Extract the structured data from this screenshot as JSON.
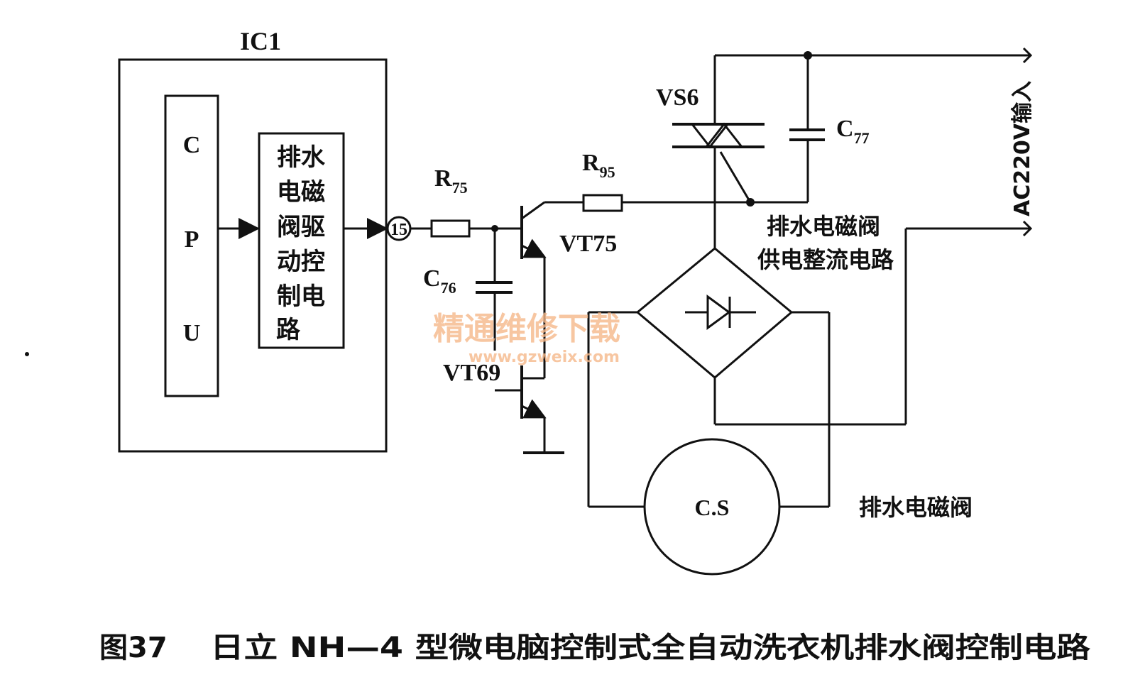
{
  "diagram": {
    "ic_label": "IC1",
    "cpu_letters": [
      "C",
      "P",
      "U"
    ],
    "driver_lines": [
      "排水",
      "电磁",
      "阀驱",
      "动控",
      "制电",
      "路"
    ],
    "pin_number": "15",
    "r75": {
      "main": "R",
      "sub": "75"
    },
    "r95": {
      "main": "R",
      "sub": "95"
    },
    "c76": {
      "main": "C",
      "sub": "76"
    },
    "c77": {
      "main": "C",
      "sub": "77"
    },
    "vs6": "VS6",
    "vt75": "VT75",
    "vt69": "VT69",
    "rectifier_lines": [
      "排水电磁阀",
      "供电整流电路"
    ],
    "ac_input": "AC220V输入",
    "coil": "C.S",
    "valve": "排水电磁阀",
    "watermark_cn": "精通维修下载",
    "watermark_url": "www.gzweix.com",
    "watermark_color": "#f5b889",
    "line_color": "#111111"
  },
  "caption": {
    "figure": "图37",
    "title": "日立 NH—4 型微电脑控制式全自动洗衣机排水阀控制电路"
  }
}
